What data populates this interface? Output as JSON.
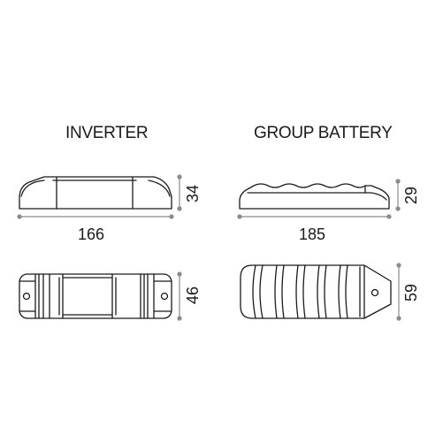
{
  "inverter": {
    "title": "INVERTER",
    "length": "166",
    "height": "34",
    "width": "46"
  },
  "battery": {
    "title": "GROUP BATTERY",
    "length": "185",
    "height": "29",
    "width": "59"
  },
  "colors": {
    "line": "#1a1a1a",
    "dimension": "#8a8a8a"
  }
}
